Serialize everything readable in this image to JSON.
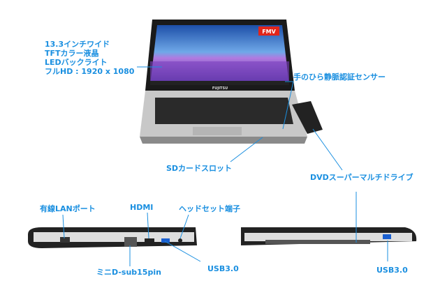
{
  "colors": {
    "label": "#1a8fe0",
    "line": "#1a8fe0"
  },
  "labels": {
    "display": [
      "13.3インチワイド",
      "TFTカラー液晶",
      "LEDバックライト",
      "フルHD : 1920 x 1080"
    ],
    "palm_sensor": "手のひら静脈認証センサー",
    "sd_slot": "SDカードスロット",
    "dvd": "DVDスーパーマルチドライブ",
    "lan": "有線LANポート",
    "hdmi": "HDMI",
    "headset": "ヘッドセット端子",
    "dsub": "ミニD-sub15pin",
    "usb_left": "USB3.0",
    "usb_right": "USB3.0"
  },
  "screen_logo": "FMV",
  "brand": "FUJITSU"
}
